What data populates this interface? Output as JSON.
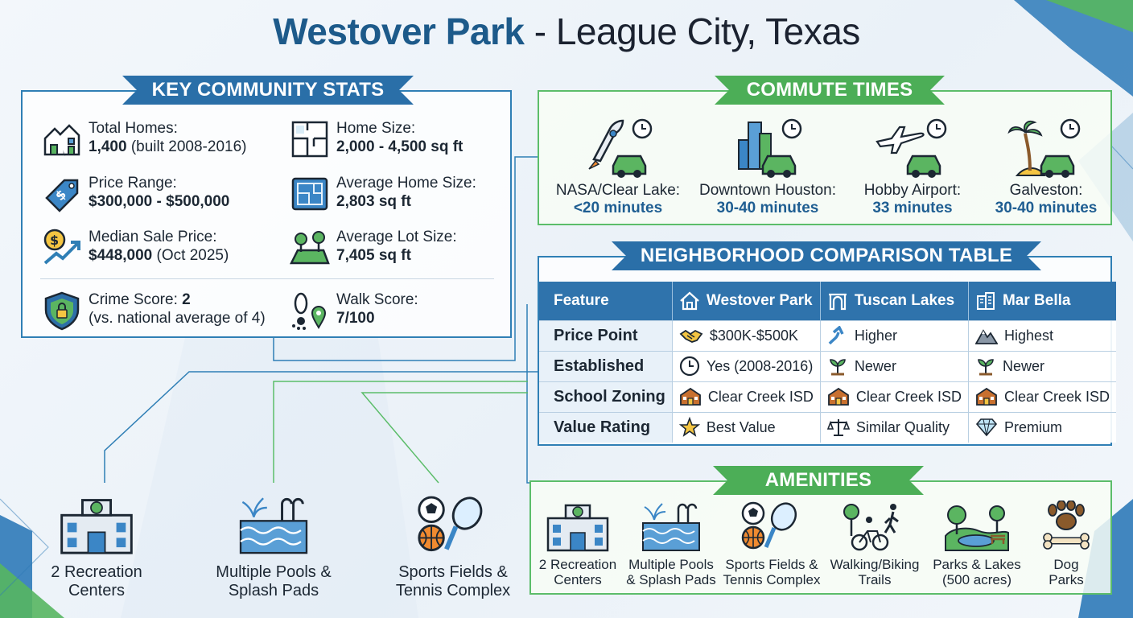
{
  "title": {
    "bold": "Westover Park",
    "rest": " - League City, Texas"
  },
  "colors": {
    "primary_blue": "#2a6fa8",
    "accent_green": "#4cae57",
    "time_blue": "#1f5e92"
  },
  "stats": {
    "heading": "KEY COMMUNITY STATS",
    "items": [
      {
        "icon": "houses-icon",
        "label": "Total Homes:",
        "value": "1,400",
        "extra": " (built 2008-2016)"
      },
      {
        "icon": "floorplan-icon",
        "label": "Home Size:",
        "value": "2,000 - 4,500 sq ft",
        "extra": ""
      },
      {
        "icon": "price-tag-icon",
        "label": "Price Range:",
        "value": "$300,000 - $500,000",
        "extra": ""
      },
      {
        "icon": "blueprint-icon",
        "label": "Average Home Size:",
        "value": "2,803 sq ft",
        "extra": ""
      },
      {
        "icon": "coin-growth-icon",
        "label": "Median Sale Price:",
        "value": "$448,000",
        "extra": " (Oct 2025)"
      },
      {
        "icon": "lot-trees-icon",
        "label": "Average Lot Size:",
        "value": "7,405 sq ft",
        "extra": ""
      },
      {
        "icon": "shield-lock-icon",
        "label": "Crime Score: ",
        "value": "2",
        "extra": "(vs. national average of 4)"
      },
      {
        "icon": "footprint-pin-icon",
        "label": "Walk Score:",
        "value": "7/100",
        "extra": ""
      }
    ]
  },
  "commute": {
    "heading": "COMMUTE TIMES",
    "items": [
      {
        "icon": "rocket-car-icon",
        "label": "NASA/Clear Lake:",
        "time": "<20 minutes"
      },
      {
        "icon": "city-car-icon",
        "label": "Downtown Houston:",
        "time": "30-40 minutes"
      },
      {
        "icon": "plane-car-icon",
        "label": "Hobby Airport:",
        "time": "33 minutes"
      },
      {
        "icon": "palm-car-icon",
        "label": "Galveston:",
        "time": "30-40 minutes"
      }
    ]
  },
  "comparison": {
    "heading": "NEIGHBORHOOD COMPARISON TABLE",
    "columns": [
      "Feature",
      "Westover Park",
      "Tuscan Lakes",
      "Mar Bella"
    ],
    "rows": [
      {
        "feature": "Price Point",
        "cells": [
          {
            "icon": "handshake-icon",
            "text": "$300K-$500K"
          },
          {
            "icon": "arrow-up-icon",
            "text": "Higher"
          },
          {
            "icon": "mountain-icon",
            "text": "Highest"
          }
        ]
      },
      {
        "feature": "Established",
        "cells": [
          {
            "icon": "clock-icon",
            "text": "Yes (2008-2016)"
          },
          {
            "icon": "sprout-icon",
            "text": "Newer"
          },
          {
            "icon": "sprout-icon",
            "text": "Newer"
          }
        ]
      },
      {
        "feature": "School Zoning",
        "cells": [
          {
            "icon": "school-icon",
            "text": "Clear Creek ISD"
          },
          {
            "icon": "school-icon",
            "text": "Clear Creek ISD"
          },
          {
            "icon": "school-icon",
            "text": "Clear Creek ISD"
          }
        ]
      },
      {
        "feature": "Value Rating",
        "cells": [
          {
            "icon": "star-icon",
            "text": "Best Value"
          },
          {
            "icon": "scales-icon",
            "text": "Similar Quality"
          },
          {
            "icon": "diamond-icon",
            "text": "Premium"
          }
        ]
      }
    ]
  },
  "amenities": {
    "heading": "AMENITIES",
    "items": [
      {
        "icon": "recreation-center-icon",
        "line1": "2 Recreation",
        "line2": "Centers"
      },
      {
        "icon": "pool-icon",
        "line1": "Multiple Pools",
        "line2": "& Splash Pads"
      },
      {
        "icon": "sports-balls-icon",
        "line1": "Sports Fields &",
        "line2": "Tennis Complex"
      },
      {
        "icon": "walk-bike-icon",
        "line1": "Walking/Biking",
        "line2": "Trails"
      },
      {
        "icon": "park-lake-icon",
        "line1": "Parks & Lakes",
        "line2": "(500 acres)"
      },
      {
        "icon": "dog-paw-icon",
        "line1": "Dog",
        "line2": "Parks"
      }
    ]
  },
  "featured_amenities": [
    {
      "icon": "recreation-center-icon",
      "line1": "2 Recreation",
      "line2": "Centers"
    },
    {
      "icon": "pool-icon",
      "line1": "Multiple Pools &",
      "line2": "Splash Pads"
    },
    {
      "icon": "sports-balls-icon",
      "line1": "Sports Fields &",
      "line2": "Tennis Complex"
    }
  ]
}
